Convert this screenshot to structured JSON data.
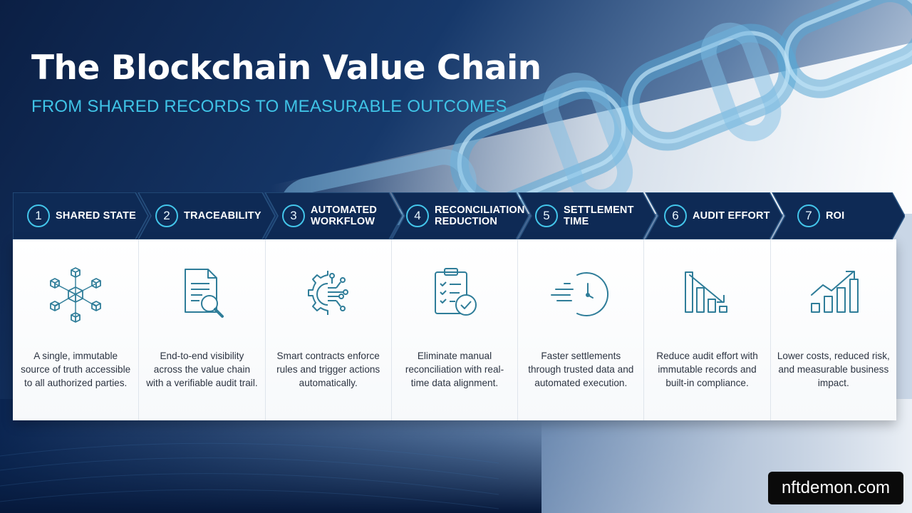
{
  "title": "The Blockchain Value Chain",
  "subtitle": "FROM SHARED RECORDS TO MEASURABLE OUTCOMES",
  "steps": [
    {
      "num": "1",
      "label": "SHARED STATE",
      "icon": "network-cubes-icon",
      "desc": "A single, immutable source of truth accessible to all authorized parties."
    },
    {
      "num": "2",
      "label": "TRACEABILITY",
      "icon": "document-search-icon",
      "desc": "End-to-end visibility across the value chain with a verifiable audit trail."
    },
    {
      "num": "3",
      "label": "AUTOMATED WORKFLOW",
      "icon": "gear-circuit-icon",
      "desc": "Smart contracts enforce rules and trigger actions automatically."
    },
    {
      "num": "4",
      "label": "RECONCILIATION REDUCTION",
      "icon": "clipboard-check-icon",
      "desc": "Eliminate manual reconciliation with real-time data alignment."
    },
    {
      "num": "5",
      "label": "SETTLEMENT TIME",
      "icon": "fast-clock-icon",
      "desc": "Faster settlements through trusted data and automated execution."
    },
    {
      "num": "6",
      "label": "AUDIT EFFORT",
      "icon": "declining-bars-icon",
      "desc": "Reduce audit effort with immutable records and built-in compliance."
    },
    {
      "num": "7",
      "label": "ROI",
      "icon": "growth-chart-icon",
      "desc": "Lower costs, reduced risk, and measurable business impact."
    }
  ],
  "brand": "nftdemon.com",
  "colors": {
    "accent": "#3fc3e6",
    "navy": "#0d2347",
    "icon": "#2f7d99"
  }
}
